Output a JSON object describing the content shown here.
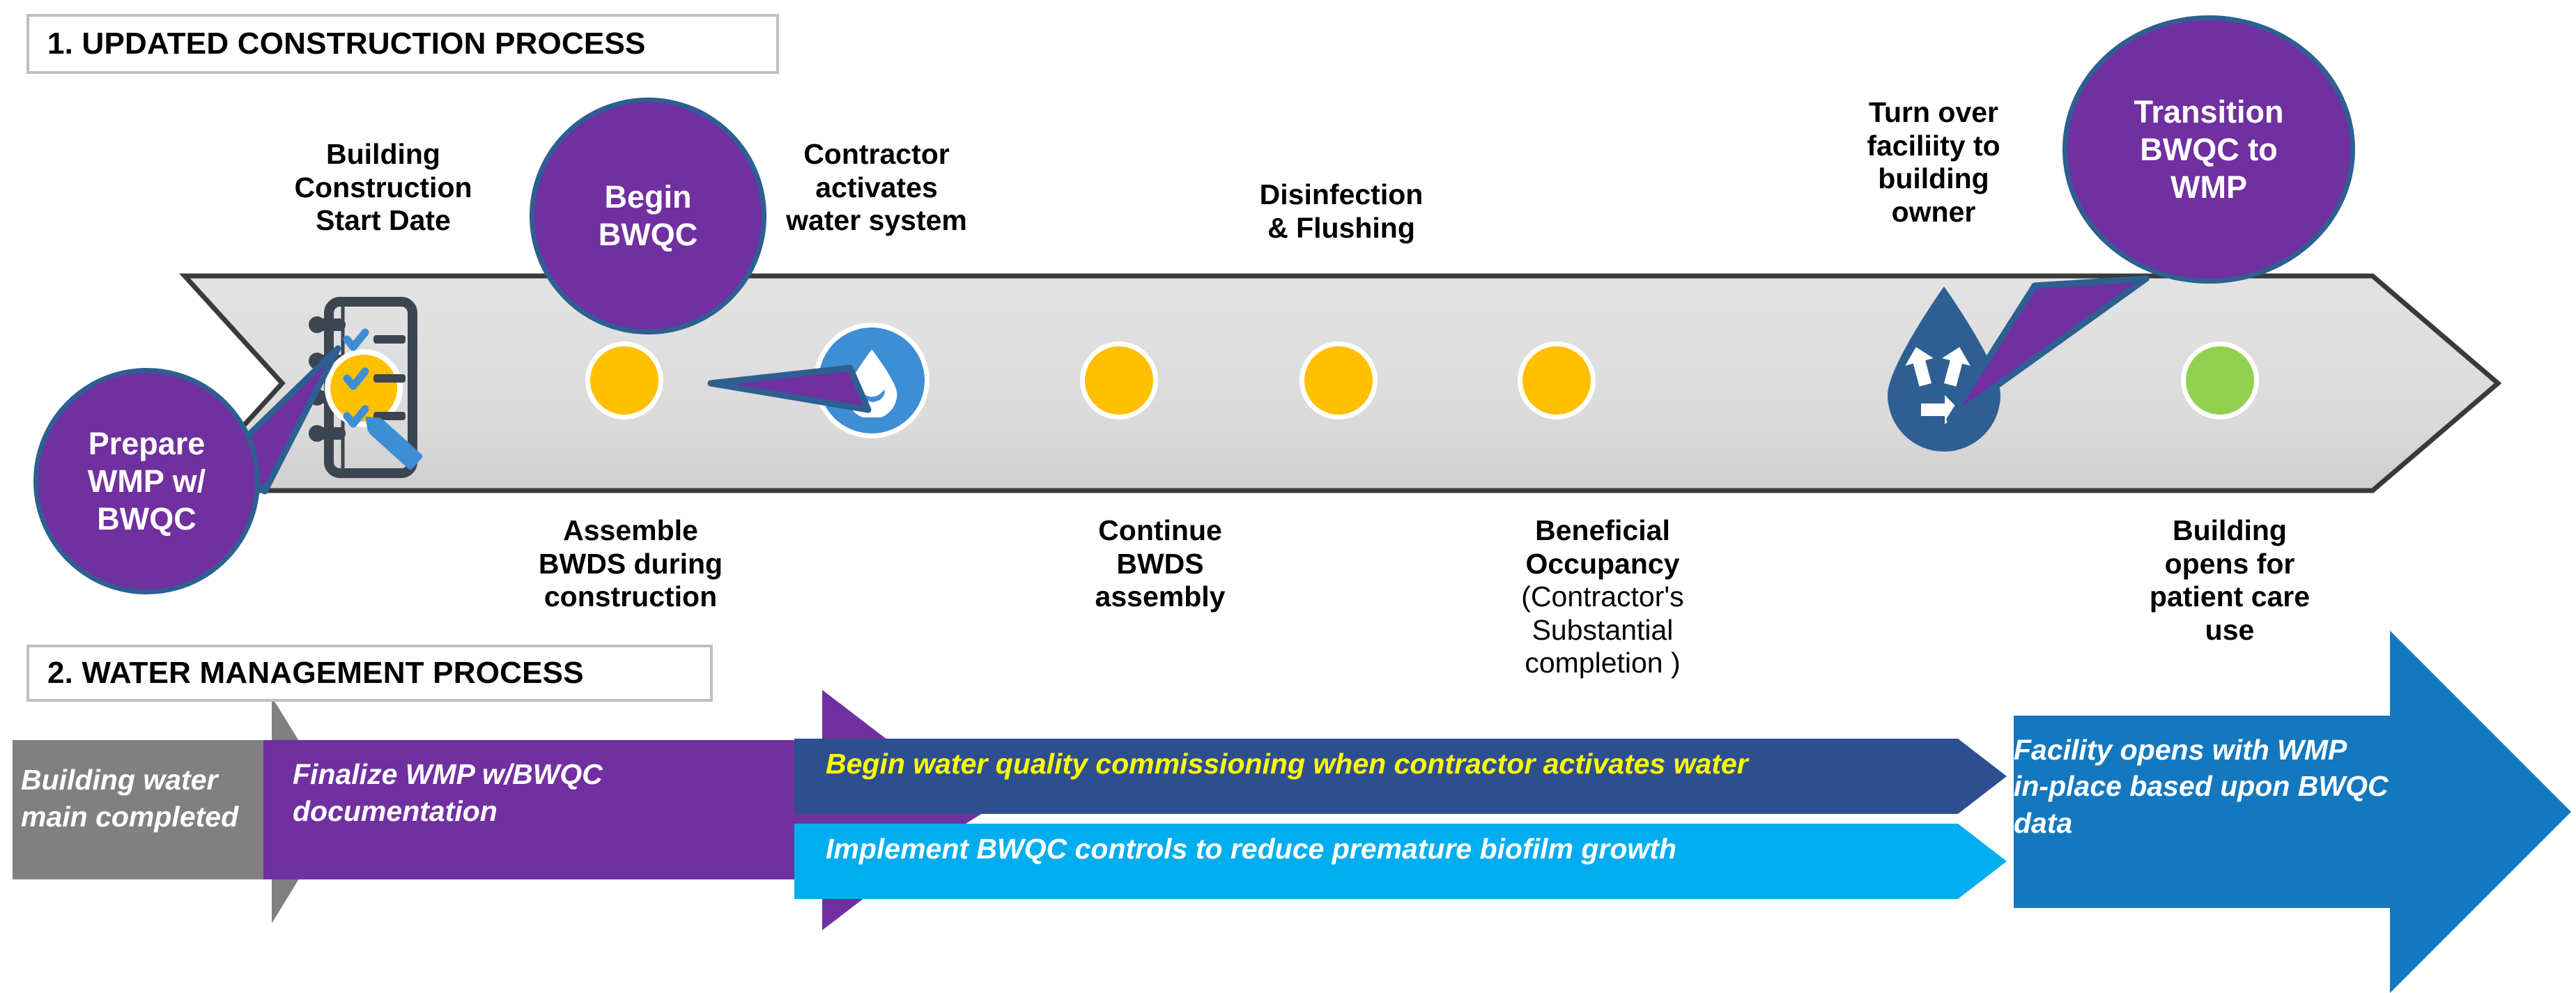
{
  "sections": {
    "one": {
      "title": "1. UPDATED CONSTRUCTION PROCESS"
    },
    "two": {
      "title": "2. WATER MANAGEMENT PROCESS"
    }
  },
  "timeline_top_labels": [
    {
      "id": "building-construction-start-date",
      "text": "Building\nConstruction\nStart Date"
    },
    {
      "id": "contractor-activates-water-system",
      "text": "Contractor\nactivates\nwater system"
    },
    {
      "id": "disinfection-and-flushing",
      "text": "Disinfection\n& Flushing"
    },
    {
      "id": "turn-over-facility-to-building-owner",
      "text": "Turn over\nfaciliity to\nbuilding\nowner"
    }
  ],
  "timeline_bottom_labels": [
    {
      "id": "assemble-bwds-during-construction",
      "text": "Assemble\nBWDS during\nconstruction"
    },
    {
      "id": "continue-bwds-assembly",
      "text": "Continue\nBWDS\nassembly"
    },
    {
      "id": "beneficial-occupancy",
      "text": "Beneficial\nOccupancy",
      "note": "(Contractor's\nSubstantial\ncompletion )"
    },
    {
      "id": "building-opens-for-patient-care-use",
      "text": "Building\nopens for\npatient care\nuse"
    }
  ],
  "bubbles": [
    {
      "id": "prepare-wmp-w-bwqc",
      "text": "Prepare\nWMP w/\nBWQC"
    },
    {
      "id": "begin-bwqc",
      "text": "Begin\nBWQC"
    },
    {
      "id": "transition-bwqc-to-wmp",
      "text": "Transition\nBWQC to\nWMP"
    }
  ],
  "timeline_nodes": [
    {
      "id": "node-checklist",
      "kind": "checklist-icon",
      "color": "#ffc000"
    },
    {
      "id": "node-1",
      "kind": "dot",
      "color": "#ffc000"
    },
    {
      "id": "node-water-drop",
      "kind": "water-drop-icon",
      "color": "#3d8ed4"
    },
    {
      "id": "node-2",
      "kind": "dot",
      "color": "#ffc000"
    },
    {
      "id": "node-3",
      "kind": "dot",
      "color": "#ffc000"
    },
    {
      "id": "node-4",
      "kind": "dot",
      "color": "#ffc000"
    },
    {
      "id": "node-recycle-drop",
      "kind": "recycle-drop-icon",
      "color": "#2e5f92"
    },
    {
      "id": "node-5",
      "kind": "dot",
      "color": "#92d050"
    }
  ],
  "process_chevrons": [
    {
      "id": "building-water-main-completed",
      "text": "Building water\nmain completed",
      "color": "#808080"
    },
    {
      "id": "finalize-wmp-documentation",
      "text": "Finalize WMP w/BWQC\ndocumentation",
      "color": "#7030a0"
    }
  ],
  "process_bars": [
    {
      "id": "begin-water-quality-commissioning",
      "text": "Begin water quality commissioning when contractor activates water",
      "bg": "#2e4f8f",
      "fg": "#ffff00"
    },
    {
      "id": "implement-bwqc-controls",
      "text": "Implement BWQC controls to reduce premature biofilm growth",
      "bg": "#00aeef",
      "fg": "#ffffff"
    }
  ],
  "final_arrow": {
    "id": "facility-opens-with-wmp",
    "text": "Facility opens with WMP\nin-place based upon BWQC\ndata",
    "color": "#1478be"
  },
  "colors": {
    "purple": "#7030a0",
    "bubble_border": "#2e5f92",
    "band_grey": "#d9d9d9",
    "band_edge": "#3a3a3a",
    "yellow": "#ffc000",
    "green": "#92d050",
    "light_blue": "#3d8ed4",
    "dark_blue": "#2e4f8f",
    "cyan": "#00aeef",
    "deep_blue": "#1478be",
    "grey": "#808080",
    "box_border": "#bfbfbf"
  }
}
